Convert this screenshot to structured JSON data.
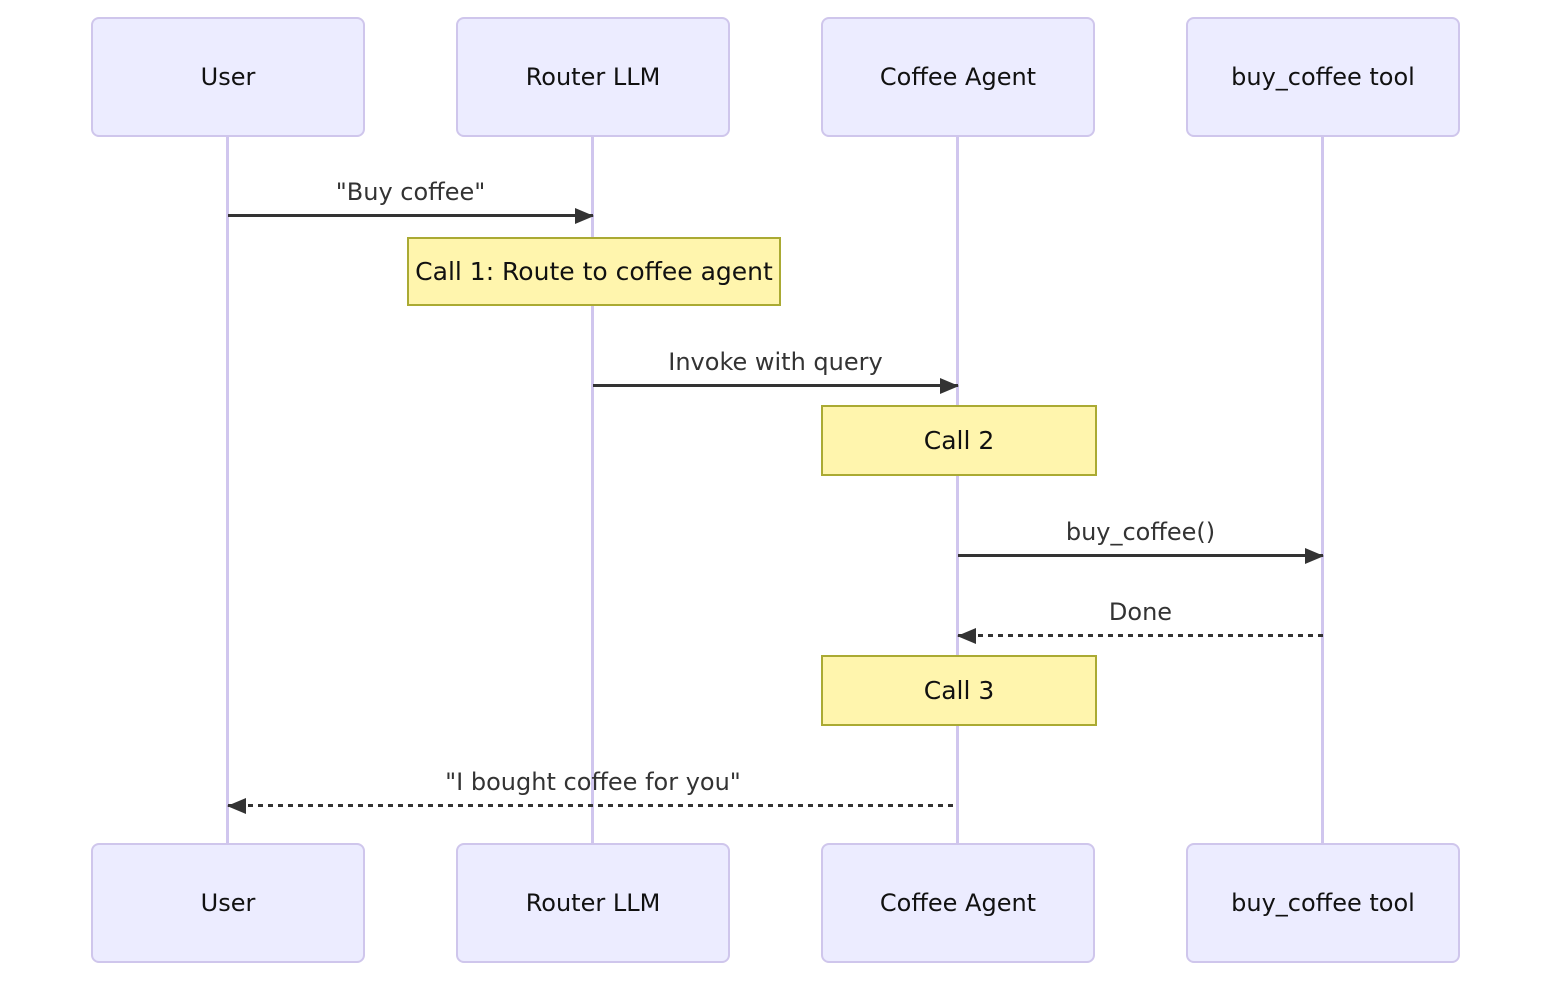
{
  "diagram_type": "sequence",
  "actors": [
    {
      "label": "User"
    },
    {
      "label": "Router LLM"
    },
    {
      "label": "Coffee Agent"
    },
    {
      "label": "buy_coffee tool"
    }
  ],
  "messages": [
    {
      "label": "\"Buy coffee\"",
      "from": "User",
      "to": "Router LLM",
      "line": "solid"
    },
    {
      "label": "Invoke with query",
      "from": "Router LLM",
      "to": "Coffee Agent",
      "line": "solid"
    },
    {
      "label": "buy_coffee()",
      "from": "Coffee Agent",
      "to": "buy_coffee tool",
      "line": "solid"
    },
    {
      "label": "Done",
      "from": "buy_coffee tool",
      "to": "Coffee Agent",
      "line": "dashed"
    },
    {
      "label": "\"I bought coffee for you\"",
      "from": "Coffee Agent",
      "to": "User",
      "line": "dashed"
    }
  ],
  "notes": [
    {
      "label": "Call 1: Route to coffee agent",
      "over": "Router LLM"
    },
    {
      "label": "Call 2",
      "over": "Coffee Agent"
    },
    {
      "label": "Call 3",
      "over": "Coffee Agent"
    }
  ],
  "colors": {
    "actor_fill": "#ECECFF",
    "actor_border": "#CFC6EC",
    "lifeline": "#D0C6EE",
    "note_fill": "#FFF5AD",
    "note_border": "#AAAA33",
    "message": "#333333"
  }
}
